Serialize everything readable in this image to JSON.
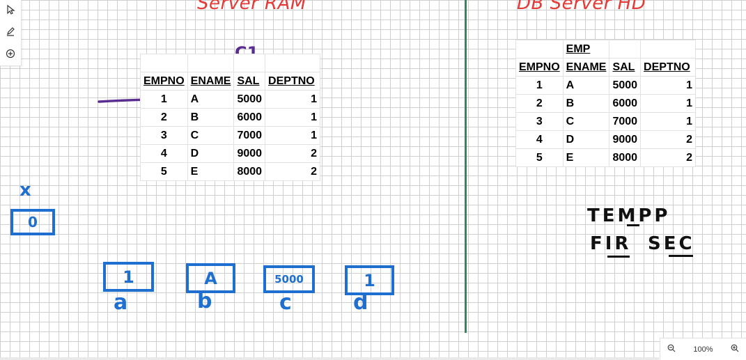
{
  "titles": {
    "left": "Server RAM",
    "right": "DB Server HD"
  },
  "toolbar": {
    "icons": [
      "pointer-icon",
      "pen-icon",
      "add-icon"
    ]
  },
  "cursor_label": "C1",
  "ram_table": {
    "headers": [
      "EMPNO",
      "ENAME",
      "SAL",
      "DEPTNO"
    ],
    "rows": [
      [
        "1",
        "A",
        "5000",
        "1"
      ],
      [
        "2",
        "B",
        "6000",
        "1"
      ],
      [
        "3",
        "C",
        "7000",
        "1"
      ],
      [
        "4",
        "D",
        "9000",
        "2"
      ],
      [
        "5",
        "E",
        "8000",
        "2"
      ]
    ]
  },
  "hd_table": {
    "name": "EMP",
    "headers": [
      "EMPNO",
      "ENAME",
      "SAL",
      "DEPTNO"
    ],
    "rows": [
      [
        "1",
        "A",
        "5000",
        "1"
      ],
      [
        "2",
        "B",
        "6000",
        "1"
      ],
      [
        "3",
        "C",
        "7000",
        "1"
      ],
      [
        "4",
        "D",
        "9000",
        "2"
      ],
      [
        "5",
        "E",
        "8000",
        "2"
      ]
    ]
  },
  "variable_x": {
    "name": "x",
    "value": "0"
  },
  "variables": [
    {
      "name": "a",
      "value": "1"
    },
    {
      "name": "b",
      "value": "A"
    },
    {
      "name": "c",
      "value": "5000"
    },
    {
      "name": "d",
      "value": "1"
    }
  ],
  "notes": {
    "line1": "TEMPP",
    "line2a": "FIR",
    "line2b": "SEC"
  },
  "zoom": {
    "level": "100%"
  },
  "colors": {
    "title": "#e53935",
    "ink_blue": "#1e6fd0",
    "ink_purple": "#5b2c8f",
    "divider": "#2e8b57"
  }
}
